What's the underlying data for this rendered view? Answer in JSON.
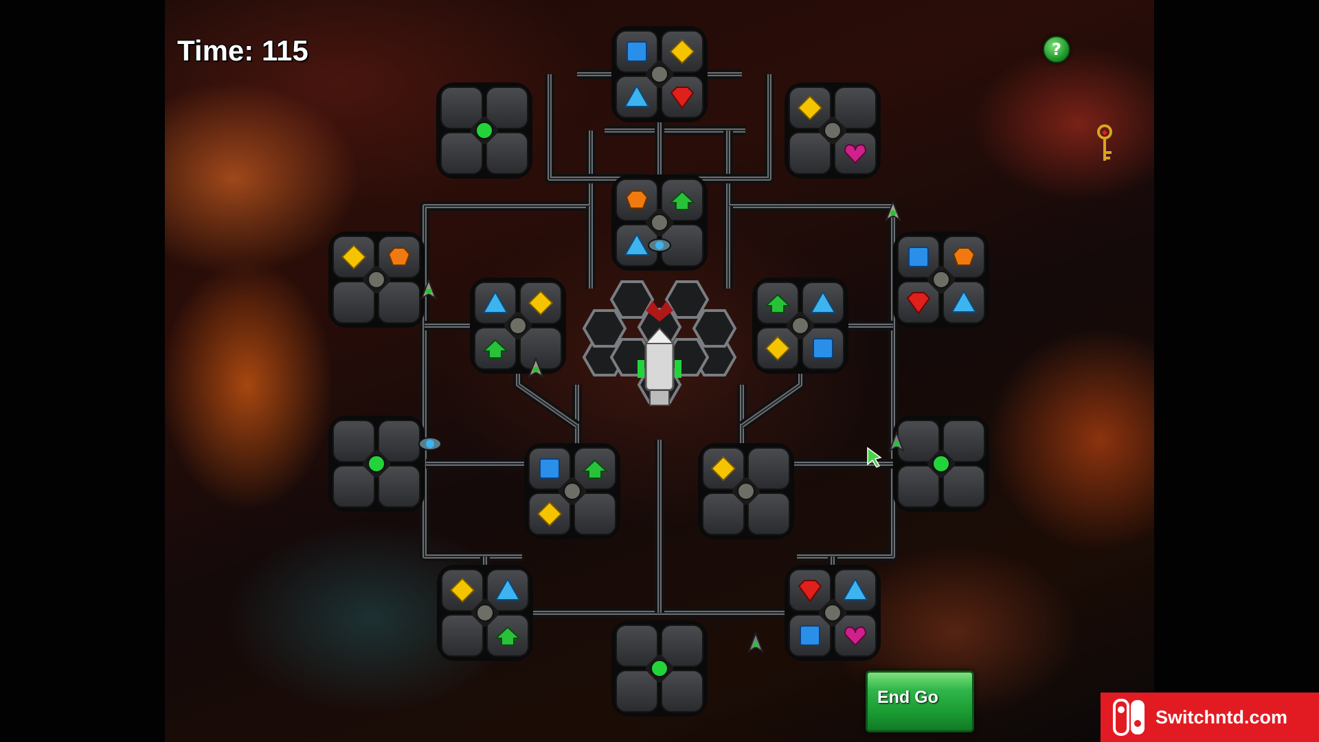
{
  "hud": {
    "timer_label": "Time: 115",
    "help_label": "?",
    "end_game_label": "End Go"
  },
  "branding": {
    "text": "Switchntd.com",
    "color": "#e21b23"
  },
  "colors": {
    "pipe": "#6b6f75",
    "pod": "#3a3c40",
    "pod_edge": "#0a0a0a",
    "hub_active": "#22d43a",
    "hub_idle": "#6d6f66",
    "gem_yellow": "#f5c400",
    "gem_blue": "#2a8fe8",
    "gem_red": "#e0201a",
    "gem_green": "#28c23a",
    "gem_orange": "#f07a10",
    "gem_magenta": "#d0208c"
  },
  "pods": [
    {
      "id": "top",
      "hub": "idle",
      "gems": [
        "blue-square",
        "yellow-diamond",
        "blue-triangle",
        "red-gem"
      ]
    },
    {
      "id": "upper-left",
      "hub": "active",
      "gems": [
        "",
        "",
        "",
        ""
      ]
    },
    {
      "id": "upper-right",
      "hub": "idle",
      "gems": [
        "yellow-diamond",
        "",
        "",
        "magenta-heart"
      ]
    },
    {
      "id": "center-top",
      "hub": "idle",
      "gems": [
        "orange-gem",
        "green-arrow",
        "blue-triangle",
        ""
      ]
    },
    {
      "id": "left",
      "hub": "idle",
      "gems": [
        "yellow-diamond",
        "orange-gem",
        "",
        ""
      ]
    },
    {
      "id": "right",
      "hub": "idle",
      "gems": [
        "blue-square",
        "orange-gem",
        "red-gem",
        "blue-triangle"
      ]
    },
    {
      "id": "inner-left",
      "hub": "idle",
      "gems": [
        "blue-triangle",
        "yellow-diamond",
        "green-arrow",
        ""
      ]
    },
    {
      "id": "inner-right",
      "hub": "idle",
      "gems": [
        "green-arrow",
        "blue-triangle",
        "yellow-diamond",
        "blue-square"
      ]
    },
    {
      "id": "mid-left",
      "hub": "active",
      "gems": [
        "",
        "",
        "",
        ""
      ]
    },
    {
      "id": "mid-right",
      "hub": "active",
      "gems": [
        "",
        "",
        "",
        ""
      ]
    },
    {
      "id": "lower-left",
      "hub": "idle",
      "gems": [
        "blue-square",
        "green-arrow",
        "yellow-diamond",
        ""
      ]
    },
    {
      "id": "lower-right",
      "hub": "idle",
      "gems": [
        "yellow-diamond",
        "",
        "",
        ""
      ]
    },
    {
      "id": "bottom-left",
      "hub": "idle",
      "gems": [
        "yellow-diamond",
        "blue-triangle",
        "",
        "green-arrow"
      ]
    },
    {
      "id": "bottom-right",
      "hub": "idle",
      "gems": [
        "red-gem",
        "blue-triangle",
        "blue-square",
        "magenta-heart"
      ]
    },
    {
      "id": "bottom",
      "hub": "active",
      "gems": [
        "",
        "",
        "",
        ""
      ]
    }
  ]
}
